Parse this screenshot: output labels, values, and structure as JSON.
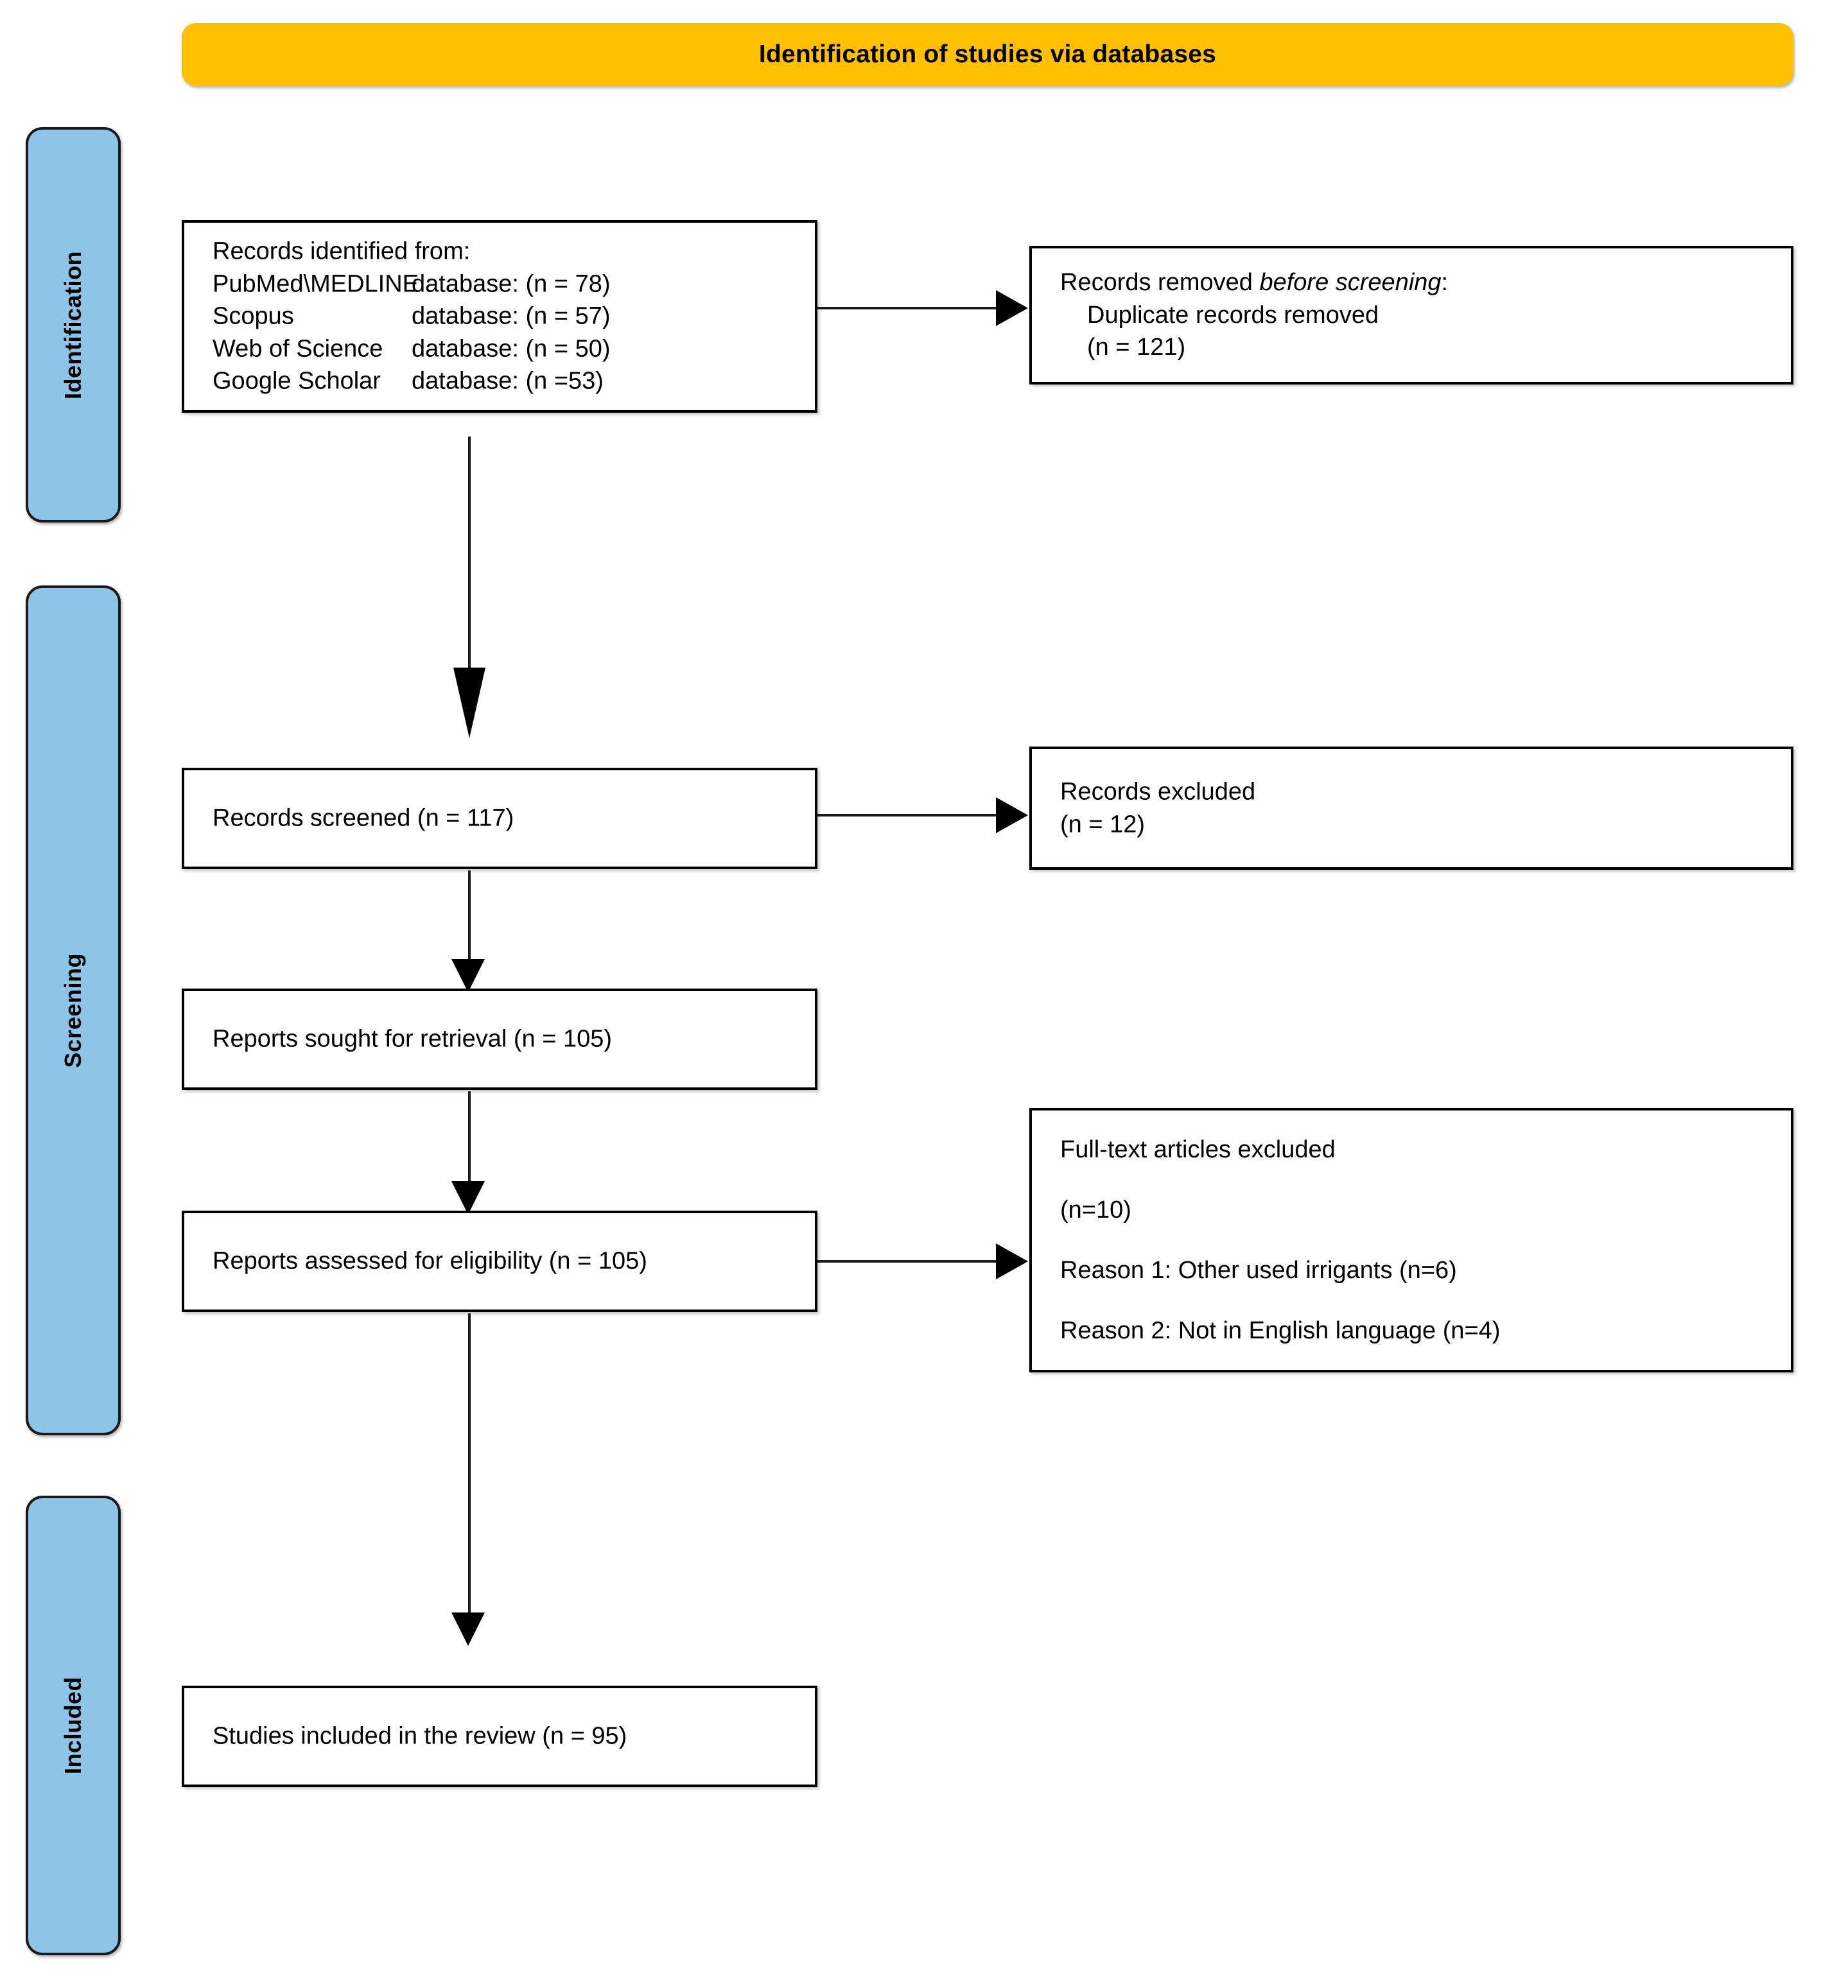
{
  "banner": {
    "title": "Identification of studies via databases"
  },
  "colors": {
    "banner_background": "#FFC000",
    "stage_tab_background": "#8EC4E8",
    "box_border": "#000000",
    "text": "#000000"
  },
  "stages": [
    {
      "id": "identification",
      "label": "Identification"
    },
    {
      "id": "screening",
      "label": "Screening"
    },
    {
      "id": "included",
      "label": "Included"
    }
  ],
  "boxes": {
    "records_identified": {
      "heading": "Records identified from:",
      "sources": [
        {
          "name": "PubMed\\MEDLINE",
          "label": "database: (n = 78)"
        },
        {
          "name": "Scopus",
          "label": "database: (n = 57)"
        },
        {
          "name": "Web of Science",
          "label": "database: (n = 50)"
        },
        {
          "name": "Google Scholar",
          "label": "database: (n =53)"
        }
      ]
    },
    "records_removed": {
      "line1_prefix": "Records removed ",
      "line1_italic": "before screening",
      "line1_suffix": ":",
      "line2": "Duplicate records removed",
      "line3": "(n = 121)"
    },
    "records_screened": {
      "line1": "Records screened (n = 117)"
    },
    "records_excluded": {
      "line1": "Records excluded",
      "line2": "(n = 12)"
    },
    "reports_sought": {
      "line1": "Reports sought for retrieval (n = 105)"
    },
    "reports_assessed": {
      "line1": "Reports assessed for eligibility (n = 105)"
    },
    "fulltext_excluded": {
      "line1": "Full-text articles excluded",
      "line2": "(n=10)",
      "line3": "Reason 1: Other used irrigants (n=6)",
      "line4": "Reason 2: Not in English language (n=4)"
    },
    "studies_included": {
      "line1": "Studies included in the review (n = 95)"
    }
  }
}
